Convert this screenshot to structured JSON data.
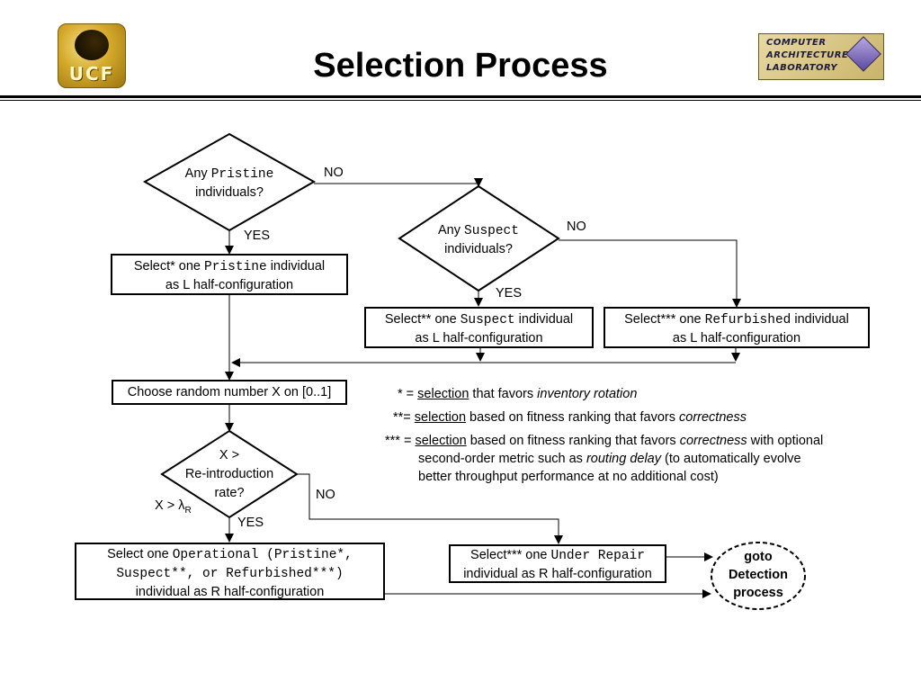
{
  "slide": {
    "title": "Selection Process",
    "logo_left_text": "UCF",
    "logo_right_lines": [
      "COMPUTER",
      "ARCHITECTURE",
      "LABORATORY"
    ]
  },
  "nodes": {
    "d1": {
      "pre": "Any",
      "mono": "Pristine",
      "post": "individuals?"
    },
    "d2": {
      "pre": "Any",
      "mono": "Suspect",
      "post": "individuals?"
    },
    "b1": {
      "pre": "Select* one",
      "mono": "Pristine",
      "post": "individual",
      "line2": "as L half-configuration"
    },
    "b2": {
      "pre": "Select** one",
      "mono": "Suspect",
      "post": "individual",
      "line2": "as L half-configuration"
    },
    "b3": {
      "pre": "Select*** one",
      "mono": "Refurbished",
      "post": "individual",
      "line2": "as L half-configuration"
    },
    "b4": {
      "text": "Choose random number X on [0..1]"
    },
    "d3": {
      "line1": "X >",
      "line2": "Re-introduction",
      "line3": "rate?"
    },
    "b5": {
      "pre": "Select one",
      "mono1": "Operational (Pristine*,",
      "mono2": "Suspect**, or Refurbished***)",
      "line3": "individual as R half-configuration"
    },
    "b6": {
      "pre": "Select*** one",
      "mono": "Under Repair",
      "line2": "individual as R half-configuration"
    },
    "goto": {
      "line1": "goto",
      "line2": "Detection",
      "line3": "process"
    }
  },
  "edge_labels": {
    "no1": "NO",
    "yes1": "YES",
    "no2": "NO",
    "yes2": "YES",
    "no3": "NO",
    "yes3": "YES",
    "lambda_pre": "X > λ",
    "lambda_sub": "R"
  },
  "notes": [
    {
      "pre": "* = ",
      "u": "selection",
      "mid": " that favors ",
      "em": "inventory rotation",
      "tail": ""
    },
    {
      "pre": "**= ",
      "u": "selection",
      "mid": " based on fitness ranking that favors ",
      "em": "correctness",
      "tail": ""
    },
    {
      "pre": "*** = ",
      "u": "selection",
      "mid": " based on fitness ranking that favors ",
      "em": "correctness",
      "tail": " with optional"
    }
  ],
  "note3_cont": {
    "l1_pre": "second-order metric such as ",
    "l1_em": "routing delay",
    "l1_post": " (to automatically evolve",
    "l2": "better throughput performance at no additional cost)"
  }
}
